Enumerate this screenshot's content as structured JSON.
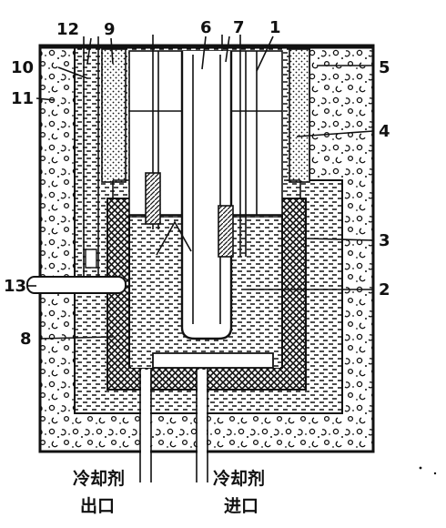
{
  "labels": {
    "l1": "1",
    "l2": "2",
    "l3": "3",
    "l4": "4",
    "l5": "5",
    "l6": "6",
    "l7": "7",
    "l8": "8",
    "l9": "9",
    "l10": "10",
    "l11": "11",
    "l12": "12",
    "l13": "13"
  },
  "captions": {
    "coolant_outlet_line1": "冷却剂",
    "coolant_outlet_line2": "出口",
    "coolant_inlet_line1": "冷却剂",
    "coolant_inlet_line2": "进口"
  }
}
